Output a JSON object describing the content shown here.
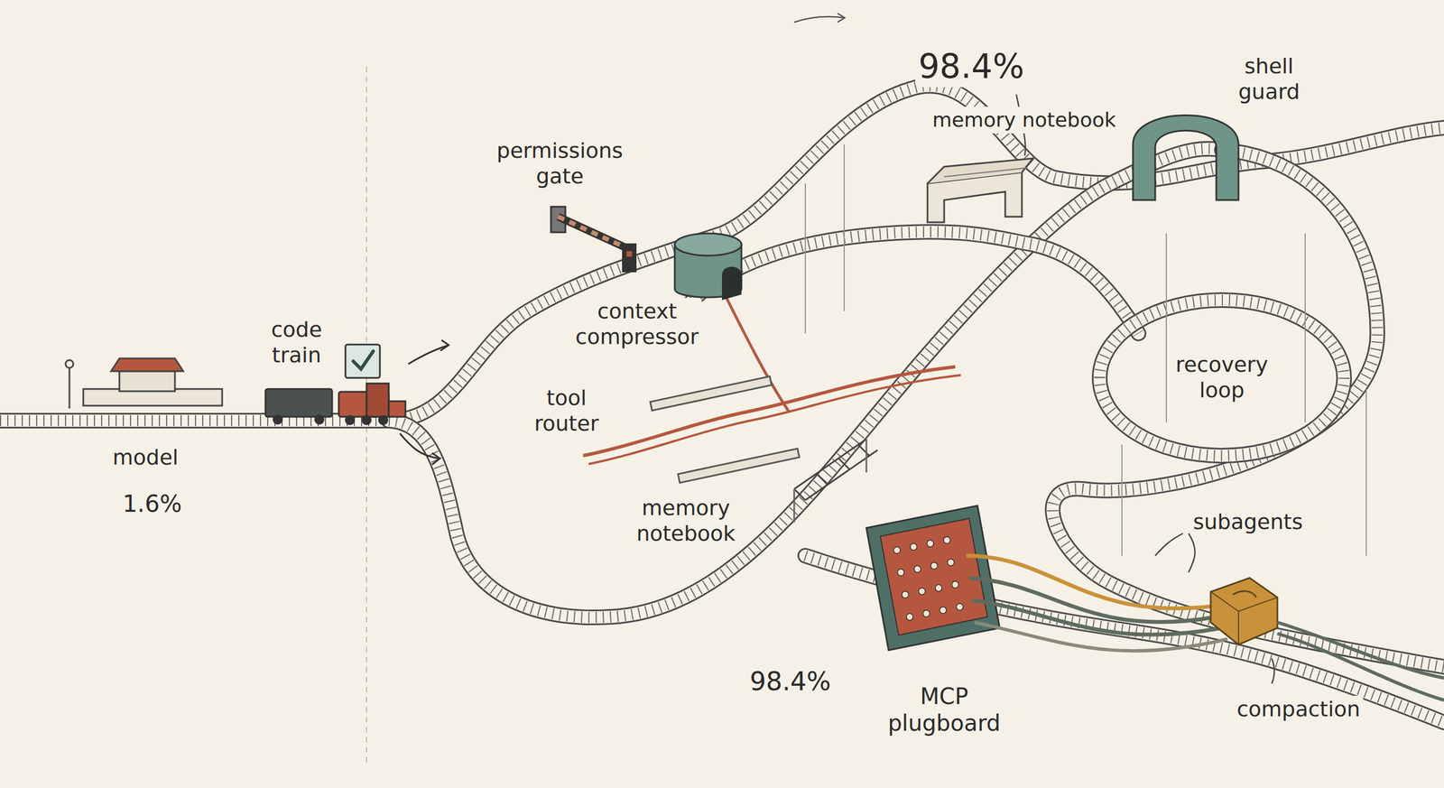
{
  "diagram": {
    "labels": [
      "98.4%",
      "shell guard",
      "permissions gate",
      "memory notebook",
      "context compressor",
      "code train",
      "recovery loop",
      "tool router",
      "model",
      "1.6%",
      "memory notebook",
      "subagents",
      "98.4%",
      "MCP plugboard",
      "compaction"
    ]
  }
}
